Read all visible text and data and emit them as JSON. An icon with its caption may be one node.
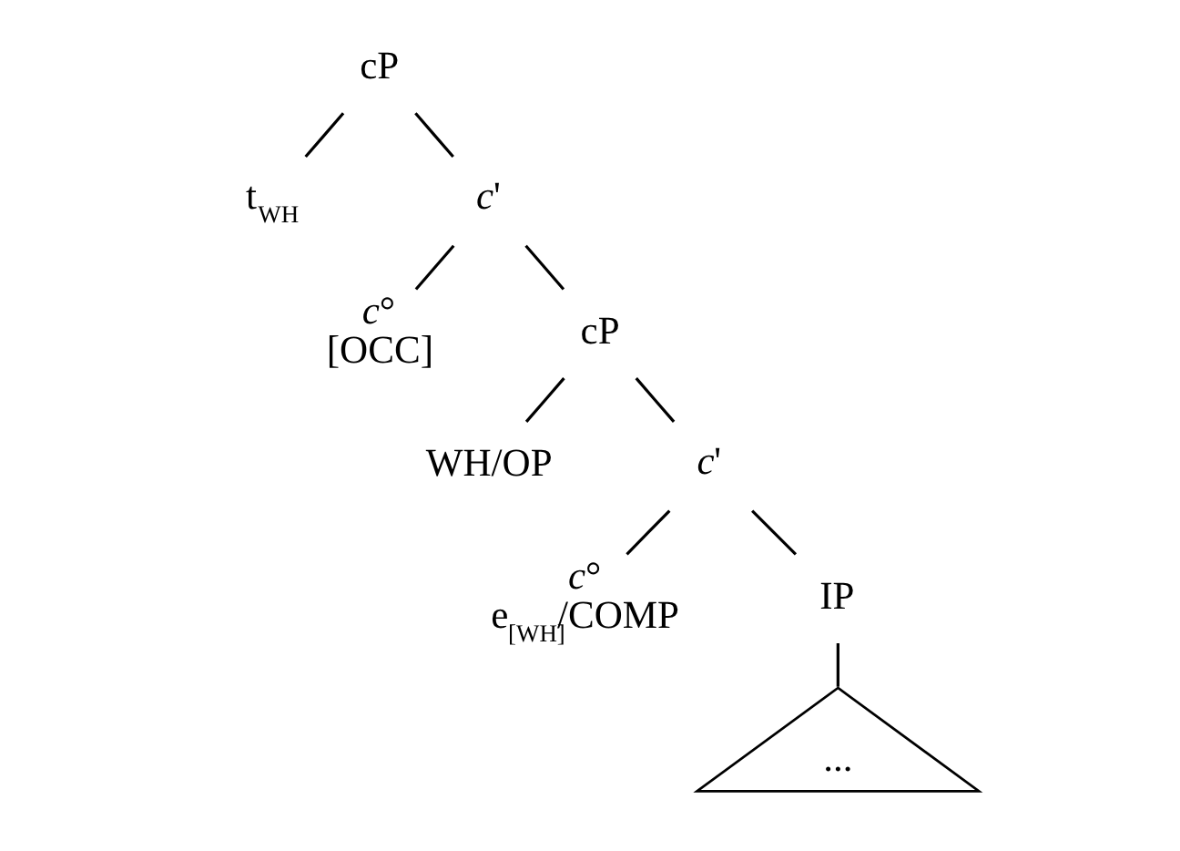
{
  "diagram": {
    "nodes": [
      {
        "text": [
          "cP"
        ]
      },
      {
        "text": [
          "t$_{WH}$"
        ]
      },
      {
        "text": [
          "*c*'"
        ]
      },
      {
        "text": [
          "*c*°",
          "[OCC]"
        ]
      },
      {
        "text": [
          "cP"
        ]
      },
      {
        "text": [
          "WH/OP"
        ]
      },
      {
        "text": [
          "*c*'"
        ]
      },
      {
        "text": [
          "*c*°",
          "e$_{[WH]}$/COMP"
        ]
      },
      {
        "text": [
          "IP"
        ]
      },
      {
        "text": [
          "..."
        ]
      }
    ],
    "edges": [
      {
        "from": 0,
        "to": 1,
        "arrow": "none"
      },
      {
        "from": 0,
        "to": 2,
        "arrow": "none"
      },
      {
        "from": 2,
        "to": 3,
        "arrow": "none"
      },
      {
        "from": 2,
        "to": 4,
        "arrow": "none"
      },
      {
        "from": 4,
        "to": 5,
        "arrow": "none"
      },
      {
        "from": 4,
        "to": 6,
        "arrow": "none"
      },
      {
        "from": 6,
        "to": 7,
        "arrow": "none"
      },
      {
        "from": 6,
        "to": 8,
        "arrow": "none"
      },
      {
        "from": 8,
        "to": 9,
        "arrow": "none"
      }
    ]
  }
}
